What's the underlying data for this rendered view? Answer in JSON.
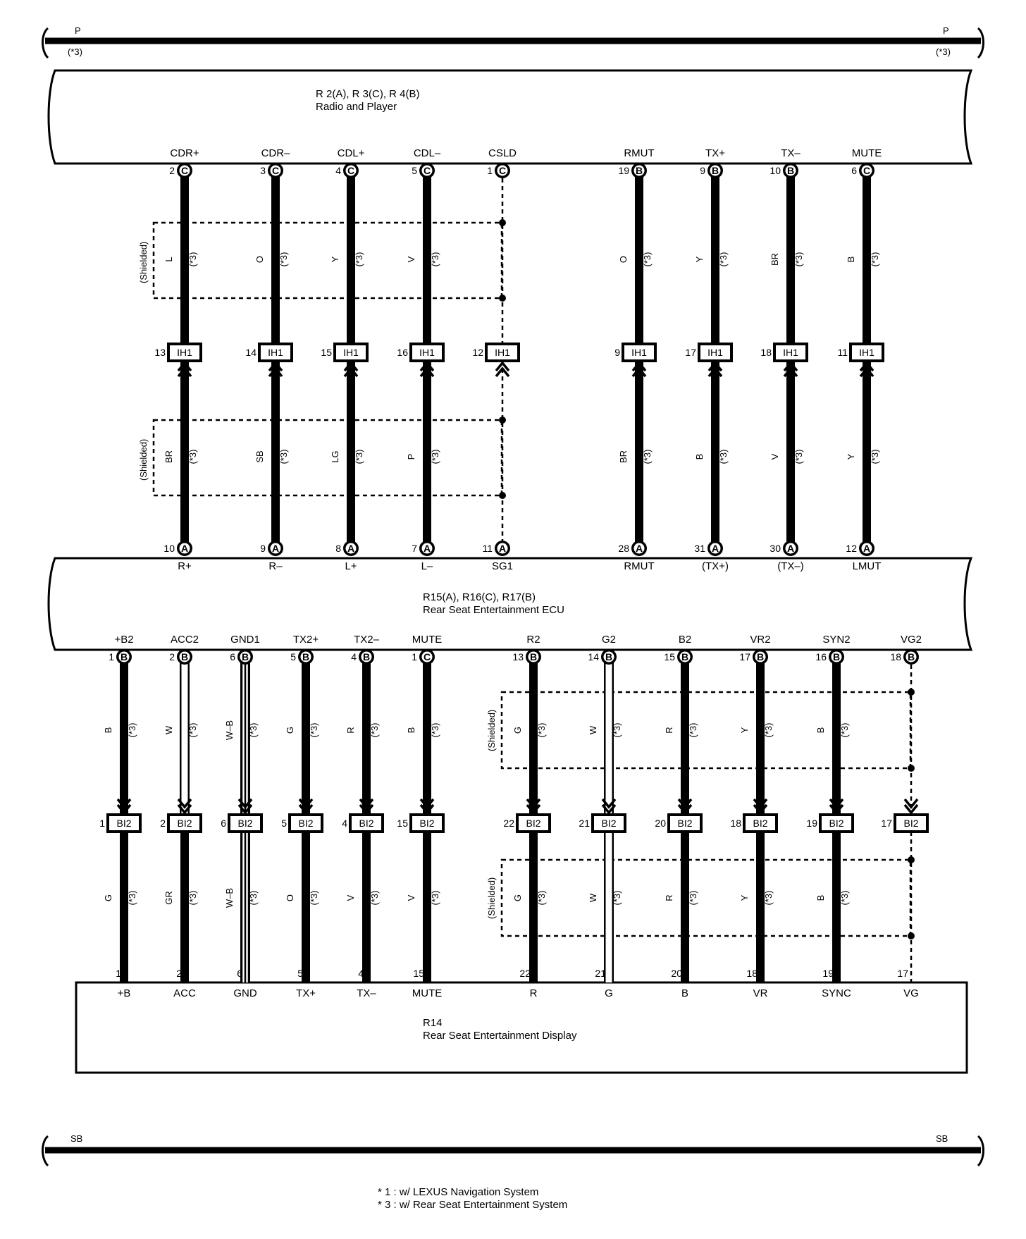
{
  "buses": {
    "top": {
      "left_label": "P",
      "left_note": "(*3)",
      "right_label": "P",
      "right_note": "(*3)"
    },
    "bottom": {
      "left_label": "SB",
      "right_label": "SB"
    }
  },
  "components": {
    "radio": {
      "ref": "R 2(A), R 3(C), R 4(B)",
      "name": "Radio and Player"
    },
    "ecu": {
      "ref": "R15(A), R16(C), R17(B)",
      "name": "Rear Seat Entertainment ECU"
    },
    "display": {
      "ref": "R14",
      "name": "Rear Seat Entertainment Display"
    }
  },
  "shield_label": "(Shielded)",
  "note_label": "(*3)",
  "upper_connector_label": "IH1",
  "lower_connector_label": "BI2",
  "upper_wires": [
    {
      "id": "cdr-plus",
      "top_pin": "CDR+",
      "top_num": "2",
      "top_conn": "C",
      "top_color": "L",
      "inline_num": "13",
      "bot_color": "BR",
      "bot_num": "10",
      "bot_conn": "A",
      "bot_pin": "R+",
      "style": "solid"
    },
    {
      "id": "cdr-minus",
      "top_pin": "CDR–",
      "top_num": "3",
      "top_conn": "C",
      "top_color": "O",
      "inline_num": "14",
      "bot_color": "SB",
      "bot_num": "9",
      "bot_conn": "A",
      "bot_pin": "R–",
      "style": "solid"
    },
    {
      "id": "cdl-plus",
      "top_pin": "CDL+",
      "top_num": "4",
      "top_conn": "C",
      "top_color": "Y",
      "inline_num": "15",
      "bot_color": "LG",
      "bot_num": "8",
      "bot_conn": "A",
      "bot_pin": "L+",
      "style": "solid"
    },
    {
      "id": "cdl-minus",
      "top_pin": "CDL–",
      "top_num": "5",
      "top_conn": "C",
      "top_color": "V",
      "inline_num": "16",
      "bot_color": "P",
      "bot_num": "7",
      "bot_conn": "A",
      "bot_pin": "L–",
      "style": "solid"
    },
    {
      "id": "csld",
      "top_pin": "CSLD",
      "top_num": "1",
      "top_conn": "C",
      "top_color": "",
      "inline_num": "12",
      "bot_color": "",
      "bot_num": "11",
      "bot_conn": "A",
      "bot_pin": "SG1",
      "style": "dashed"
    },
    {
      "id": "rmut",
      "top_pin": "RMUT",
      "top_num": "19",
      "top_conn": "B",
      "top_color": "O",
      "inline_num": "9",
      "bot_color": "BR",
      "bot_num": "28",
      "bot_conn": "A",
      "bot_pin": "RMUT",
      "style": "solid"
    },
    {
      "id": "tx-plus",
      "top_pin": "TX+",
      "top_num": "9",
      "top_conn": "B",
      "top_color": "Y",
      "inline_num": "17",
      "bot_color": "B",
      "bot_num": "31",
      "bot_conn": "A",
      "bot_pin": "(TX+)",
      "style": "solid"
    },
    {
      "id": "tx-minus",
      "top_pin": "TX–",
      "top_num": "10",
      "top_conn": "B",
      "top_color": "BR",
      "inline_num": "18",
      "bot_color": "V",
      "bot_num": "30",
      "bot_conn": "A",
      "bot_pin": "(TX–)",
      "style": "solid"
    },
    {
      "id": "mute",
      "top_pin": "MUTE",
      "top_num": "6",
      "top_conn": "C",
      "top_color": "B",
      "inline_num": "11",
      "bot_color": "Y",
      "bot_num": "12",
      "bot_conn": "A",
      "bot_pin": "LMUT",
      "style": "solid"
    }
  ],
  "lower_wires": [
    {
      "id": "b2",
      "top_pin": "+B2",
      "top_num": "1",
      "top_conn": "B",
      "top_color": "B",
      "inline_num": "1",
      "bot_color": "G",
      "bot_num": "1",
      "bot_pin": "+B",
      "style": "solid"
    },
    {
      "id": "acc2",
      "top_pin": "ACC2",
      "top_num": "2",
      "top_conn": "B",
      "top_color": "W",
      "inline_num": "2",
      "bot_color": "GR",
      "bot_num": "2",
      "bot_pin": "ACC",
      "style": "white_top"
    },
    {
      "id": "gnd1",
      "top_pin": "GND1",
      "top_num": "6",
      "top_conn": "B",
      "top_color": "W–B",
      "inline_num": "6",
      "bot_color": "W–B",
      "bot_num": "6",
      "bot_pin": "GND",
      "style": "double"
    },
    {
      "id": "tx2-plus",
      "top_pin": "TX2+",
      "top_num": "5",
      "top_conn": "B",
      "top_color": "G",
      "inline_num": "5",
      "bot_color": "O",
      "bot_num": "5",
      "bot_pin": "TX+",
      "style": "solid"
    },
    {
      "id": "tx2-minus",
      "top_pin": "TX2–",
      "top_num": "4",
      "top_conn": "B",
      "top_color": "R",
      "inline_num": "4",
      "bot_color": "V",
      "bot_num": "4",
      "bot_pin": "TX–",
      "style": "solid"
    },
    {
      "id": "mute2",
      "top_pin": "MUTE",
      "top_num": "1",
      "top_conn": "C",
      "top_color": "B",
      "inline_num": "15",
      "bot_color": "V",
      "bot_num": "15",
      "bot_pin": "MUTE",
      "style": "solid"
    },
    {
      "id": "r2",
      "top_pin": "R2",
      "top_num": "13",
      "top_conn": "B",
      "top_color": "G",
      "inline_num": "22",
      "bot_color": "G",
      "bot_num": "22",
      "bot_pin": "R",
      "style": "solid"
    },
    {
      "id": "g2",
      "top_pin": "G2",
      "top_num": "14",
      "top_conn": "B",
      "top_color": "W",
      "inline_num": "21",
      "bot_color": "W",
      "bot_num": "21",
      "bot_pin": "G",
      "style": "white"
    },
    {
      "id": "b2-video",
      "top_pin": "B2",
      "top_num": "15",
      "top_conn": "B",
      "top_color": "R",
      "inline_num": "20",
      "bot_color": "R",
      "bot_num": "20",
      "bot_pin": "B",
      "style": "solid"
    },
    {
      "id": "vr2",
      "top_pin": "VR2",
      "top_num": "17",
      "top_conn": "B",
      "top_color": "Y",
      "inline_num": "18",
      "bot_color": "Y",
      "bot_num": "18",
      "bot_pin": "VR",
      "style": "solid"
    },
    {
      "id": "syn2",
      "top_pin": "SYN2",
      "top_num": "16",
      "top_conn": "B",
      "top_color": "B",
      "inline_num": "19",
      "bot_color": "B",
      "bot_num": "19",
      "bot_pin": "SYNC",
      "style": "solid"
    },
    {
      "id": "vg2",
      "top_pin": "VG2",
      "top_num": "18",
      "top_conn": "B",
      "top_color": "",
      "inline_num": "17",
      "bot_color": "",
      "bot_num": "17",
      "bot_pin": "VG",
      "style": "dashed"
    }
  ],
  "footnotes": [
    "* 1 : w/ LEXUS Navigation System",
    "* 3 : w/ Rear Seat Entertainment System"
  ]
}
